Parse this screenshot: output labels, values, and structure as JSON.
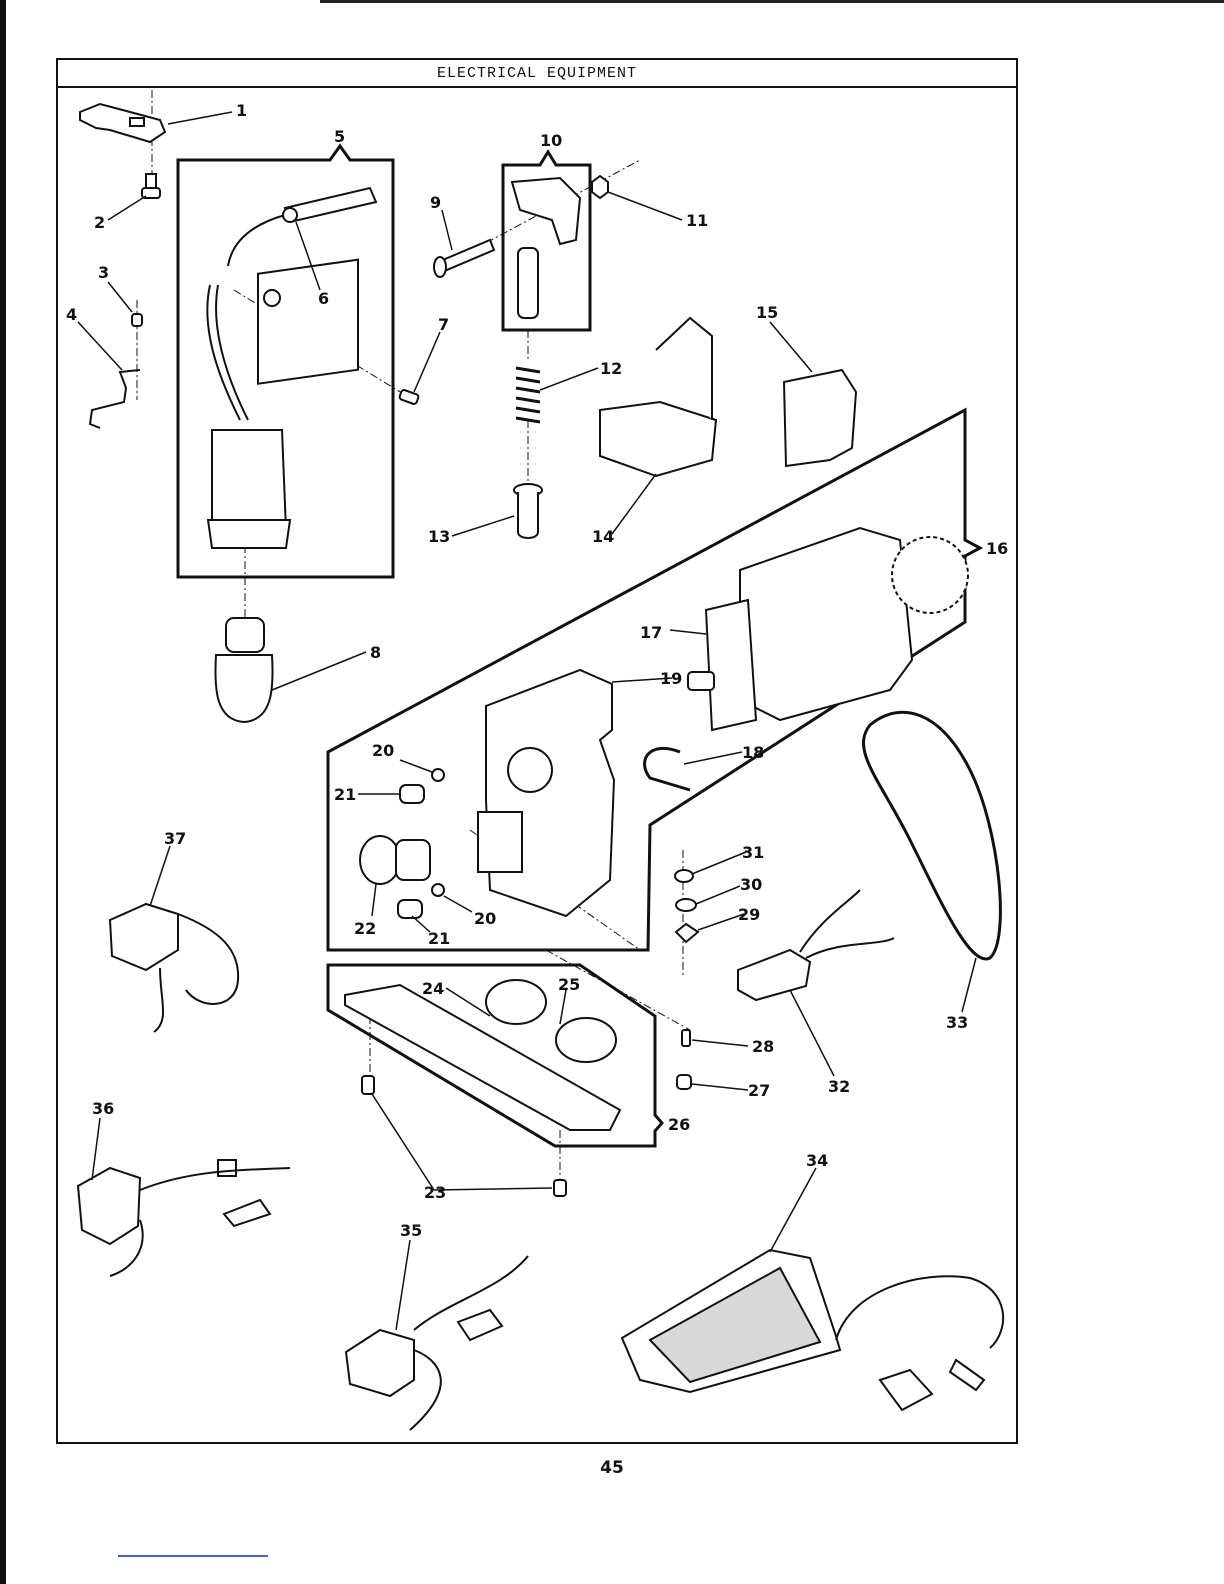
{
  "title": "ELECTRICAL EQUIPMENT",
  "page_number": "45",
  "callouts": [
    "1",
    "2",
    "3",
    "4",
    "5",
    "6",
    "7",
    "8",
    "9",
    "10",
    "11",
    "12",
    "13",
    "14",
    "15",
    "16",
    "17",
    "18",
    "19",
    "20",
    "20",
    "21",
    "21",
    "22",
    "23",
    "24",
    "25",
    "26",
    "27",
    "28",
    "29",
    "30",
    "31",
    "32",
    "33",
    "34",
    "35",
    "36",
    "37"
  ]
}
